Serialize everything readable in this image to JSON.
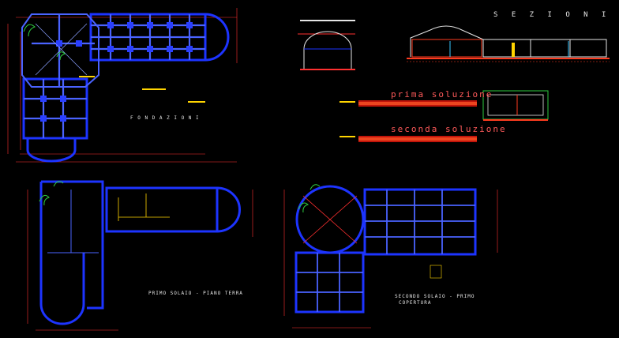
{
  "labels": {
    "sezioni": "S E Z I O N I",
    "prima_soluzione": "prima  soluzione",
    "seconda_soluzione": "seconda  soluzione",
    "fondazioni": "F O N D A Z I O N I",
    "primo_solaio": "PRIMO  SOLAIO  -  PIANO  TERRA",
    "secondo_solaio_l1": "SECONDO  SOLAIO  -  PRIMO",
    "secondo_solaio_l2": "COPERTURA"
  },
  "colors": {
    "background": "#000000",
    "wall_blue": "#1d34ff",
    "wall_light": "#4a63ff",
    "dimension": "#ff3030",
    "text": "#e6e6e6",
    "highlight": "#ffd400",
    "tree_green": "#2ecc40",
    "section_red": "#ff3b1f",
    "cyan": "#39c6ff"
  }
}
